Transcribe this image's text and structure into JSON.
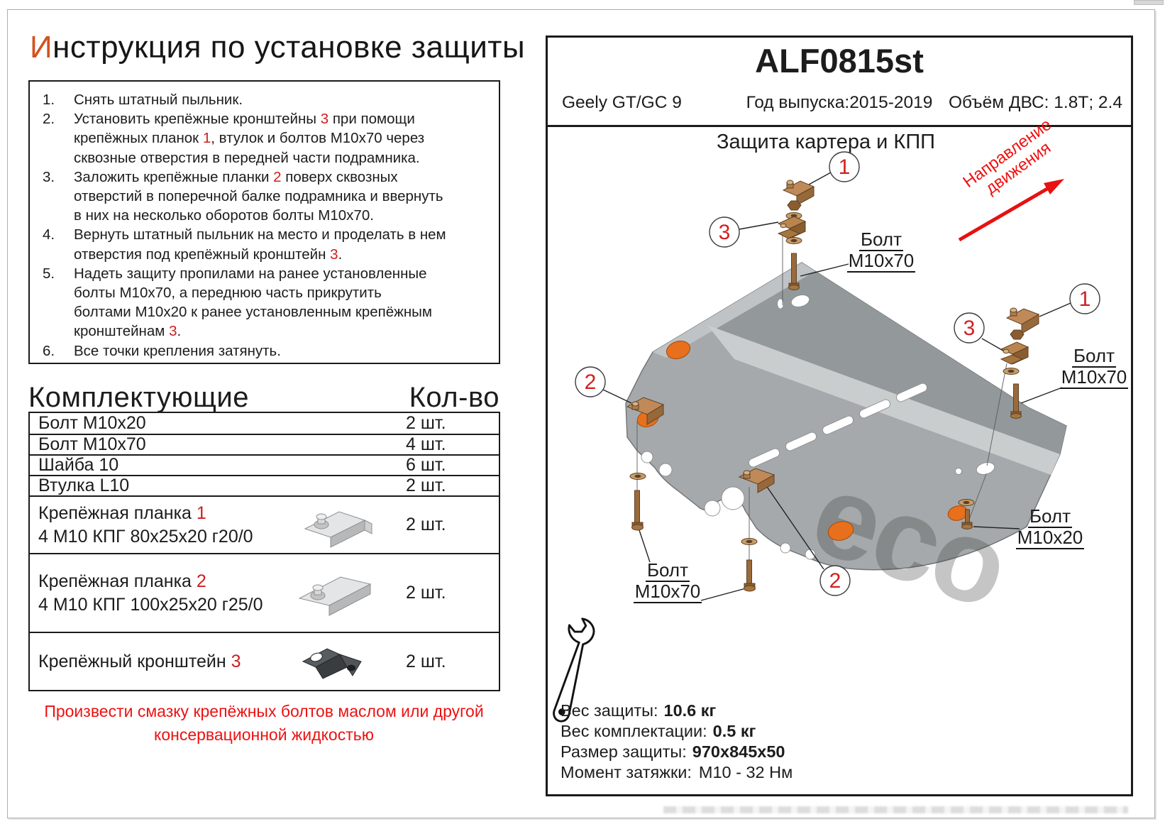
{
  "title": {
    "lead": "И",
    "rest": "нструкция по установке защиты"
  },
  "instructions": [
    {
      "num": "1.",
      "segments": [
        {
          "t": "Снять штатный пыльник."
        }
      ]
    },
    {
      "num": "2.",
      "segments": [
        {
          "t": "Установить крепёжные кронштейны "
        },
        {
          "t": "3",
          "red": true
        },
        {
          "t": " при помощи\nкрепёжных планок "
        },
        {
          "t": "1",
          "red": true
        },
        {
          "t": ", втулок и болтов М10х70 через\nсквозные отверстия в передней части подрамника."
        }
      ]
    },
    {
      "num": "3.",
      "segments": [
        {
          "t": "Заложить крепёжные планки "
        },
        {
          "t": "2",
          "red": true
        },
        {
          "t": " поверх сквозных\nотверстий в поперечной балке подрамника и ввернуть\nв них на несколько оборотов болты М10х70."
        }
      ]
    },
    {
      "num": "4.",
      "segments": [
        {
          "t": "Вернуть штатный пыльник на место и проделать в нем\nотверстия под крепёжный кронштейн "
        },
        {
          "t": "3",
          "red": true
        },
        {
          "t": "."
        }
      ]
    },
    {
      "num": "5.",
      "segments": [
        {
          "t": "Надеть защиту пропилами на ранее установленные\nболты М10х70, а переднюю часть прикрутить\nболтами М10х20 к ранее установленным крепёжным\nкронштейнам "
        },
        {
          "t": "3",
          "red": true
        },
        {
          "t": "."
        }
      ]
    },
    {
      "num": "6.",
      "segments": [
        {
          "t": "Все точки крепления затянуть."
        }
      ]
    }
  ],
  "components": {
    "heading": "Комплектующие",
    "qty_heading": "Кол-во",
    "rows": [
      {
        "name": "Болт М10х20",
        "qty": "2 шт."
      },
      {
        "name": "Болт М10х70",
        "qty": "4 шт."
      },
      {
        "name": "Шайба 10",
        "qty": "6 шт."
      },
      {
        "name": "Втулка L10",
        "qty": "2 шт."
      }
    ],
    "image_rows": [
      {
        "prefix": "Крепёжная планка ",
        "num": "1",
        "sub": "4 М10 КПГ 80х25х20 г20/0",
        "qty": "2 шт."
      },
      {
        "prefix": "Крепёжная планка ",
        "num": "2",
        "sub": "4 М10 КПГ 100х25х20 г25/0",
        "qty": "2 шт."
      },
      {
        "prefix": "Крепёжный кронштейн ",
        "num": "3",
        "sub": "",
        "qty": "2 шт."
      }
    ]
  },
  "warning": {
    "line1": "Произвести смазку крепёжных болтов маслом или другой",
    "line2": "консервационной жидкостью"
  },
  "panel": {
    "code": "ALF0815st",
    "car": "Geely GT/GC 9",
    "year": "Год выпуска:2015-2019",
    "engine": "Объём ДВС: 1.8Т; 2.4",
    "diagram_title": "Защита картера и КПП",
    "direction": {
      "line1": "Направление",
      "line2": "движения"
    },
    "watermark": "eco",
    "labels": {
      "bolt": "Болт",
      "m10x70": "М10х70",
      "m10x20": "М10х20"
    },
    "callouts": [
      "1",
      "3",
      "2",
      "2",
      "1",
      "3"
    ],
    "specs": [
      {
        "label": "Вес защиты:",
        "value": "10.6 кг"
      },
      {
        "label": "Вес комплектации:",
        "value": "0.5 кг"
      },
      {
        "label": "Размер защиты:",
        "value": "970х845х50"
      },
      {
        "label": "Момент затяжки:",
        "value": "М10 - 32 Нм"
      }
    ]
  },
  "colors": {
    "accent_red": "#ee1111",
    "number_red": "#cc2020",
    "title_orange": "#d4511e",
    "sticker_orange": "#e8701c"
  }
}
